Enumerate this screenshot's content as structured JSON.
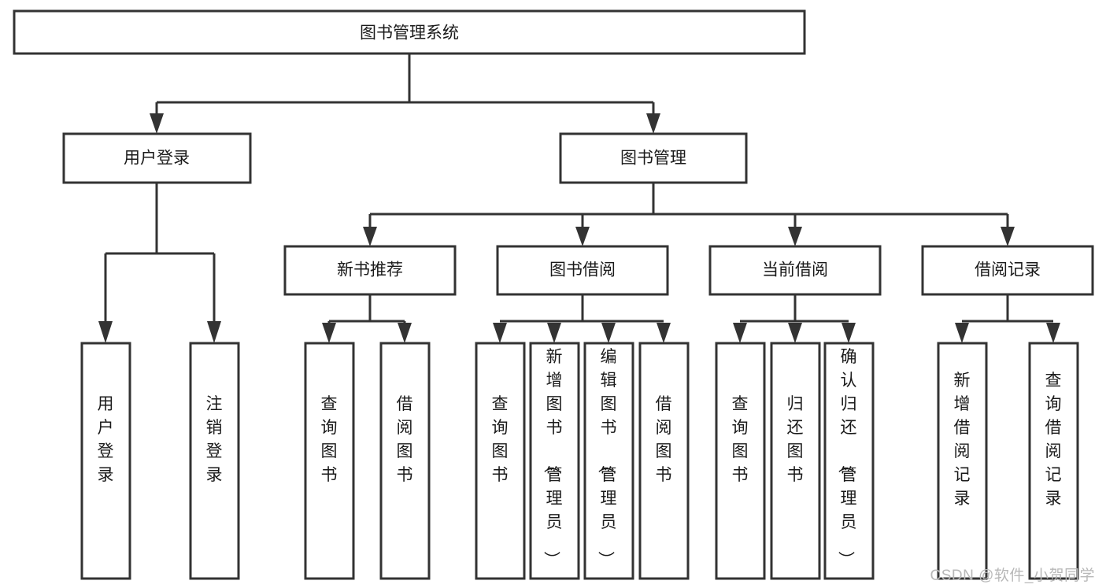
{
  "diagram": {
    "title": "图书管理系统",
    "type": "tree",
    "orientation": "top-down",
    "root": {
      "id": "root",
      "label": "图书管理系统",
      "text_orientation": "horizontal"
    },
    "level2": [
      {
        "id": "user-login",
        "label": "用户登录",
        "text_orientation": "horizontal"
      },
      {
        "id": "book-manage",
        "label": "图书管理",
        "text_orientation": "horizontal"
      }
    ],
    "level3": [
      {
        "id": "new-book-recommend",
        "label": "新书推荐",
        "parent": "book-manage",
        "text_orientation": "horizontal"
      },
      {
        "id": "book-borrow",
        "label": "图书借阅",
        "parent": "book-manage",
        "text_orientation": "horizontal"
      },
      {
        "id": "current-borrow",
        "label": "当前借阅",
        "parent": "book-manage",
        "text_orientation": "horizontal"
      },
      {
        "id": "borrow-record",
        "label": "借阅记录",
        "parent": "book-manage",
        "text_orientation": "horizontal"
      }
    ],
    "leaves": [
      {
        "id": "leaf-user-login",
        "label": "用户登录",
        "parent": "user-login",
        "text_orientation": "vertical"
      },
      {
        "id": "leaf-user-logout",
        "label": "注销登录",
        "parent": "user-login",
        "text_orientation": "vertical"
      },
      {
        "id": "leaf-query-book-1",
        "label": "查询图书",
        "parent": "new-book-recommend",
        "text_orientation": "vertical"
      },
      {
        "id": "leaf-borrow-book-1",
        "label": "借阅图书",
        "parent": "new-book-recommend",
        "text_orientation": "vertical"
      },
      {
        "id": "leaf-query-book-2",
        "label": "查询图书",
        "parent": "book-borrow",
        "text_orientation": "vertical"
      },
      {
        "id": "leaf-add-book",
        "label": "新增图书（管理员）",
        "parent": "book-borrow",
        "text_orientation": "vertical"
      },
      {
        "id": "leaf-edit-book",
        "label": "编辑图书（管理员）",
        "parent": "book-borrow",
        "text_orientation": "vertical"
      },
      {
        "id": "leaf-borrow-book-2",
        "label": "借阅图书",
        "parent": "book-borrow",
        "text_orientation": "vertical"
      },
      {
        "id": "leaf-query-book-3",
        "label": "查询图书",
        "parent": "current-borrow",
        "text_orientation": "vertical"
      },
      {
        "id": "leaf-return-book",
        "label": "归还图书",
        "parent": "current-borrow",
        "text_orientation": "vertical"
      },
      {
        "id": "leaf-confirm-return",
        "label": "确认归还（管理员）",
        "parent": "current-borrow",
        "text_orientation": "vertical"
      },
      {
        "id": "leaf-add-record",
        "label": "新增借阅记录",
        "parent": "borrow-record",
        "text_orientation": "vertical"
      },
      {
        "id": "leaf-query-record",
        "label": "查询借阅记录",
        "parent": "borrow-record",
        "text_orientation": "vertical"
      }
    ],
    "colors": {
      "stroke": "#333333",
      "fill": "#ffffff",
      "text": "#1a1a1a",
      "background": "#ffffff",
      "watermark": "#b8b8b8"
    }
  },
  "watermark": {
    "text": "CSDN @软件_小贺同学"
  }
}
